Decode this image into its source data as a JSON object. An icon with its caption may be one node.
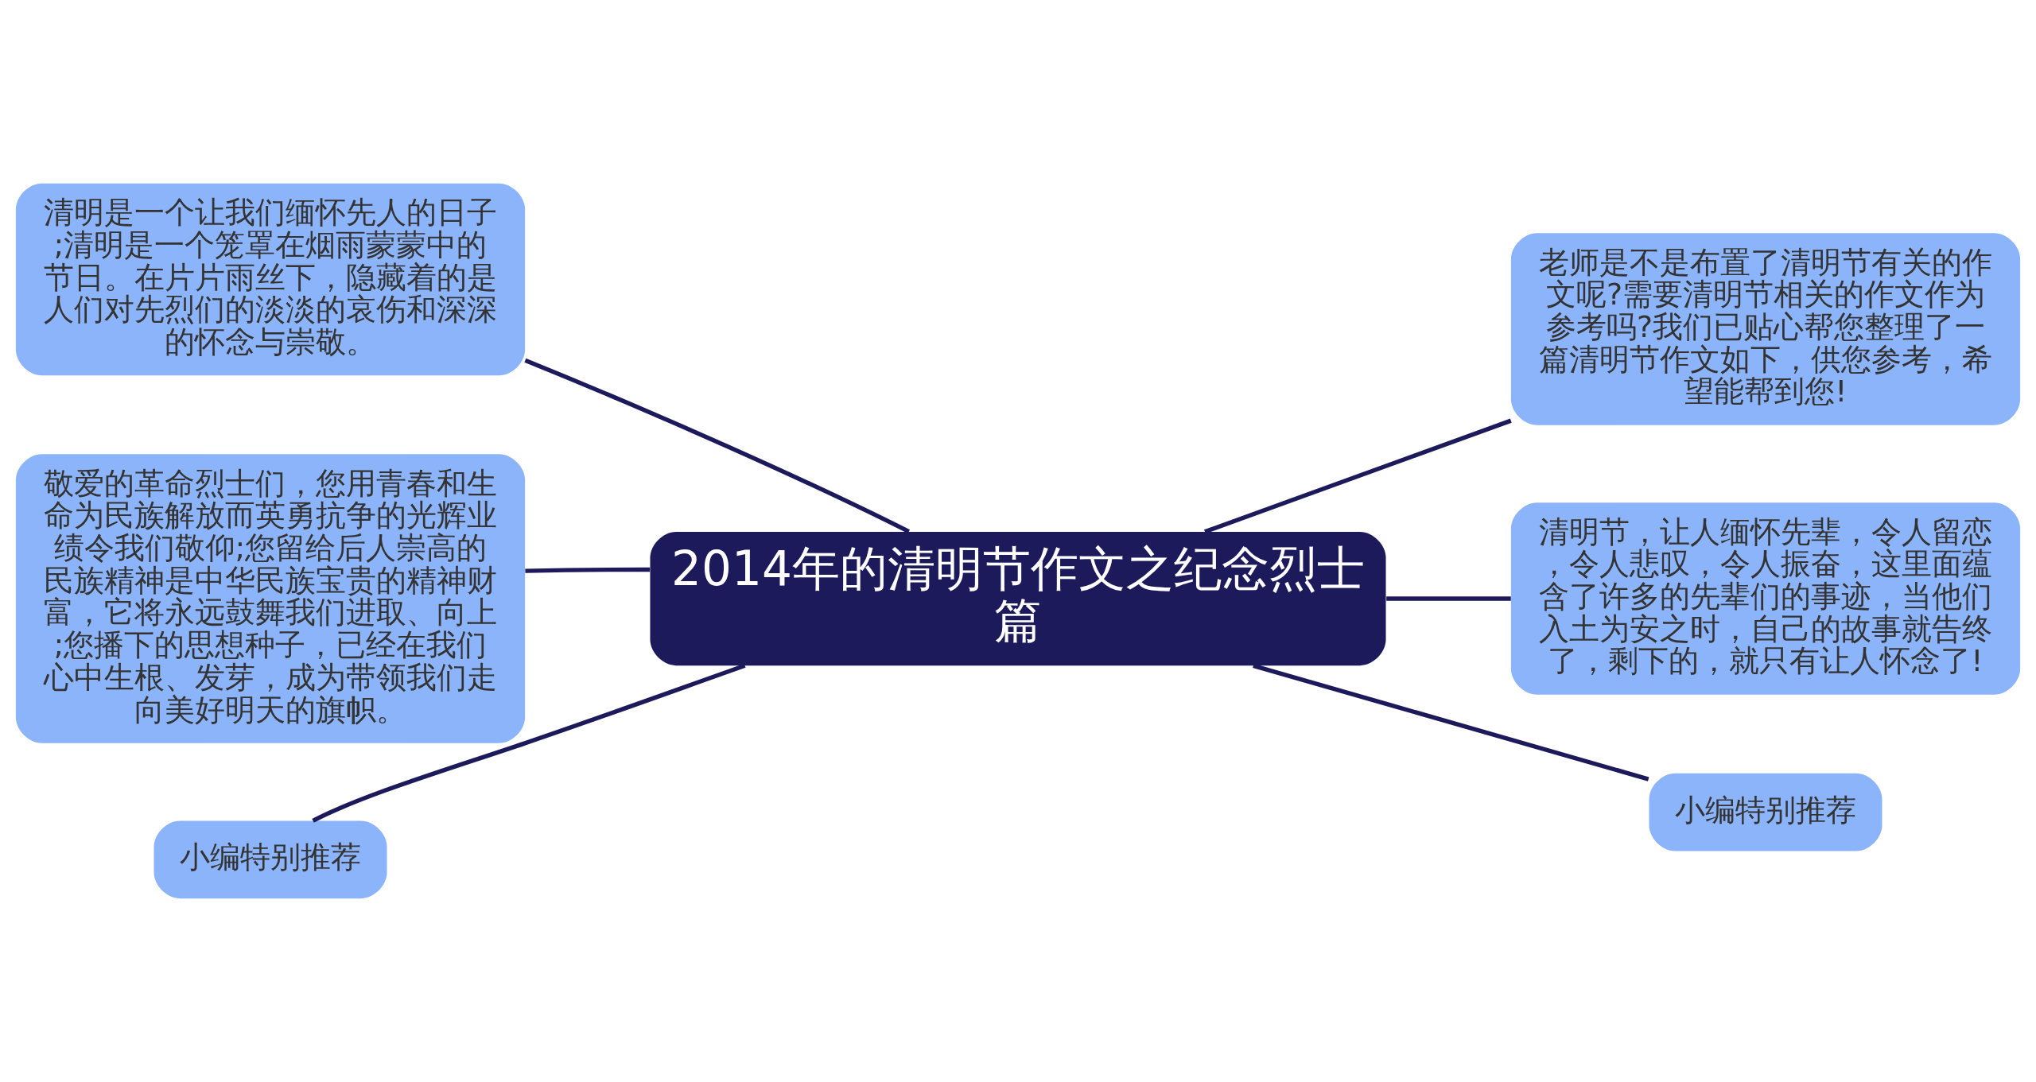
{
  "diagram": {
    "nodes": [
      {
        "text": [
          "2014年的清明节作文之纪念烈士篇"
        ]
      },
      {
        "text": [
          "清明是一个让我们缅怀先人的日子;清明是一个笼罩在烟雨蒙蒙中的节日。在片片雨丝下，隐藏着的是人们对先烈们的淡淡的哀伤和深深的怀念与崇敬。"
        ]
      },
      {
        "text": [
          "敬爱的革命烈士们，您用青春和生命为民族解放而英勇抗争的光辉业绩令我们敬仰;您留给后人崇高的民族精神是中华民族宝贵的精神财富，它将永远鼓舞我们进取、向上;您播下的思想种子，已经在我们心中生根、发芽，成为带领我们走向美好明天的旗帜。"
        ]
      },
      {
        "text": [
          "小编特别推荐"
        ]
      },
      {
        "text": [
          "老师是不是布置了清明节有关的作文呢?需要清明节相关的作文作为参考吗?我们已贴心帮您整理了一篇清明节作文如下，供您参考，希望能帮到您!"
        ]
      },
      {
        "text": [
          "清明节，让人缅怀先辈，令人留恋，令人悲叹，令人振奋，这里面蕴含了许多的先辈们的事迹，当他们入土为安之时，自己的故事就告终了，剩下的，就只有让人怀念了!"
        ]
      },
      {
        "text": [
          "小编特别推荐"
        ]
      }
    ],
    "edges": [
      {
        "from": 0,
        "to": 1,
        "arrow": "none"
      },
      {
        "from": 0,
        "to": 2,
        "arrow": "none"
      },
      {
        "from": 0,
        "to": 3,
        "arrow": "none"
      },
      {
        "from": 0,
        "to": 4,
        "arrow": "none"
      },
      {
        "from": 0,
        "to": 5,
        "arrow": "none"
      },
      {
        "from": 0,
        "to": 6,
        "arrow": "none"
      }
    ]
  }
}
